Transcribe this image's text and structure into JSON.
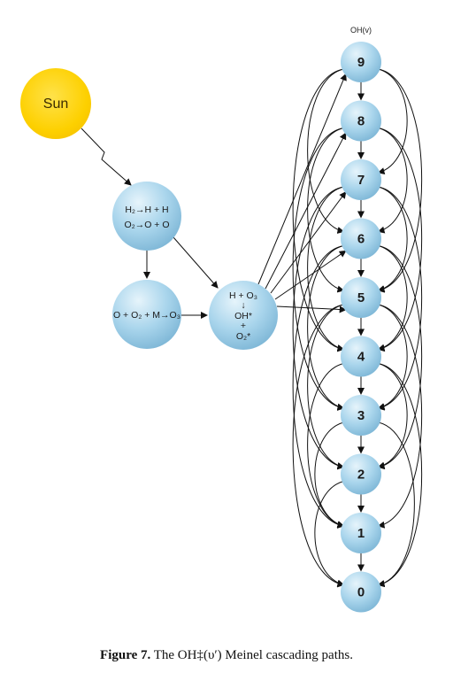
{
  "diagram": {
    "level_header": "OH(v)",
    "sun_label": "Sun",
    "dissociation": {
      "line1": "H₂→H + H",
      "line2": "O₂→O + O"
    },
    "ozone_formation": {
      "line1": "O + O₂ + M→O₃"
    },
    "reaction": {
      "line1": "H + O₃",
      "line2": "↓",
      "line3": "OH*",
      "line4": "+",
      "line5": "O₂*"
    },
    "levels": [
      "9",
      "8",
      "7",
      "6",
      "5",
      "4",
      "3",
      "2",
      "1",
      "0"
    ],
    "colors": {
      "node": "#a8d4ea",
      "node_edge": "#7fb8d8",
      "sun": "#fbd300",
      "arrow": "#111111"
    }
  },
  "caption": {
    "label": "Figure 7.",
    "text": "The OH‡(υ′) Meinel cascading paths."
  }
}
